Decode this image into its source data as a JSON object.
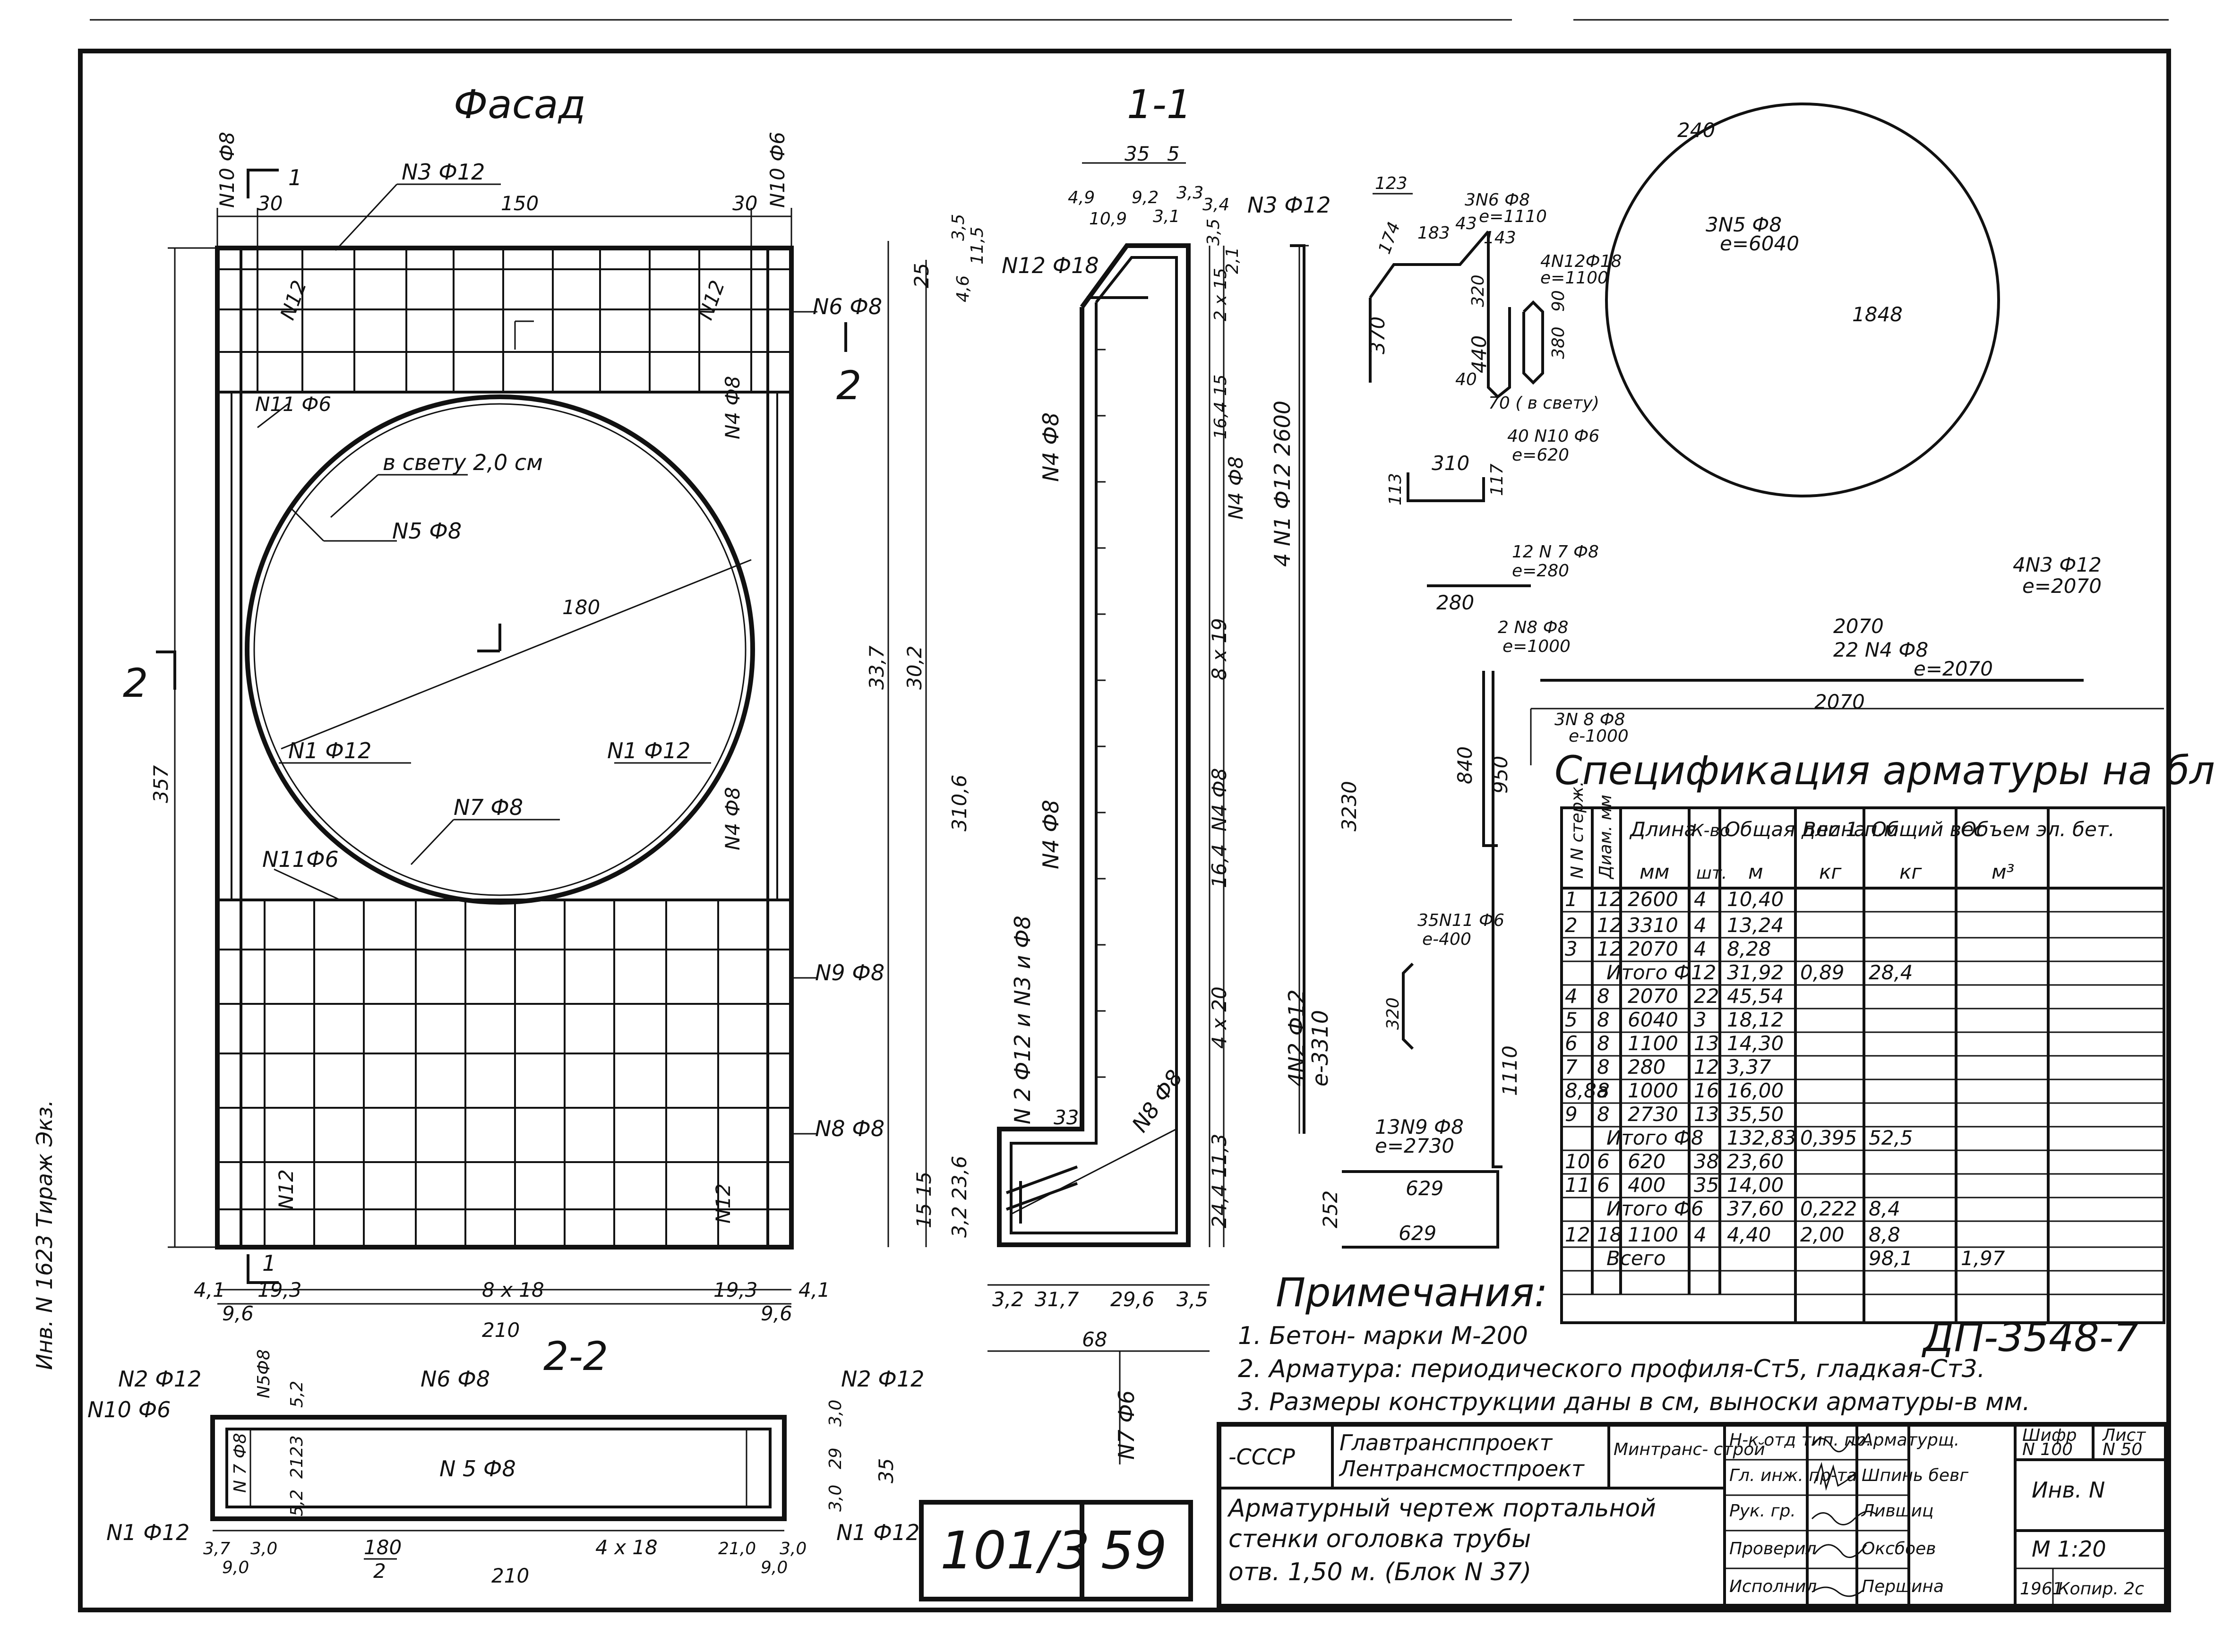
{
  "facade": {
    "title": "Фасад",
    "section_mark_1": "1",
    "section_mark_2": "2",
    "labels": {
      "n3": "N3 Ф12",
      "n10_left": "N10 Ф8",
      "n10_right": "N10 Ф6",
      "n6": "N6 Ф8",
      "n11_top": "N11 Ф6",
      "n11_bottom": "N11Ф6",
      "v_svetu": "в свету 2,0 см",
      "n5": "N5 Ф8",
      "n1_left": "N1 Ф12",
      "n1_right": "N1 Ф12",
      "n7": "N7 Ф8",
      "n4_top": "N4 Ф8",
      "n4_mid": "N4 Ф8",
      "n9": "N9 Ф8",
      "n8": "N8 Ф8",
      "n12_left": "N12",
      "n12_right": "N12",
      "n12_top_left": "N12",
      "n12_top_right": "N12"
    },
    "dims": {
      "d30_left": "30",
      "d150": "150",
      "d30_right": "30",
      "d180": "180",
      "d357": "357",
      "d41_left": "4,1",
      "d193_left": "19,3",
      "d818": "8 x 18",
      "d193_right": "19,3",
      "d41_right": "4,1",
      "d96_left": "9,6",
      "d96_right": "9,6",
      "d210": "210"
    }
  },
  "section_1_1": {
    "title": "1-1",
    "labels": {
      "n12_top": "N12 Ф18",
      "n3": "N3 Ф12",
      "n4_top": "N4 Ф8",
      "n4_mid": "N4 Ф8",
      "n4_right_top": "N4 Ф8",
      "n4_right_mid": "N4 Ф8",
      "n2_n3": "N 2 Ф12 и N3 и Ф8",
      "n8": "N8 Ф8",
      "n1": "4 N1 Ф12 2600",
      "n2": "4 N2 Ф12 e-3310",
      "n7": "N7 Ф6"
    },
    "dims": {
      "d35": "35",
      "d5": "5",
      "d49": "4,9",
      "d109": "10,9",
      "d92": "9,2",
      "d31": "3,1",
      "d33": "3,3",
      "d34": "3,4",
      "d35b": "3,5",
      "d21": "2,1",
      "d25": "25",
      "d35c": "3,5",
      "d115": "11,5",
      "d46": "4,6",
      "d2x15": "2 x 15",
      "d164": "16,4 15",
      "d337": "33,7",
      "d302": "30,2",
      "d3106": "310,6",
      "d8x19": "8 x 19",
      "d164b": "16,4",
      "d4x20": "4 x 20",
      "d244": "24,4 11,3",
      "d32": "3,2",
      "d15_15": "15 15",
      "d236": "23,6",
      "d32b": "3,2",
      "d33b": "33",
      "d317": "31,7",
      "d296": "29,6",
      "d35d": "3,5",
      "d68": "68"
    }
  },
  "section_2_2": {
    "title": "2-2",
    "labels": {
      "n2_left": "N2 Ф12",
      "n10": "N10 Ф6",
      "n5_small": "N5Ф8",
      "n6": "N6 Ф8",
      "n2_right": "N2 Ф12",
      "n5": "N 5 Ф8",
      "n7": "N 7 Ф8",
      "n1_left": "N1 Ф12",
      "n1_right": "N1 Ф12"
    },
    "dims": {
      "d52": "5,2",
      "d52b": "5,2",
      "d2123": "2123",
      "d30": "3,0",
      "d29": "29",
      "d30b": "3,0",
      "d35": "35",
      "d37": "3,7",
      "d30c": "3,0",
      "d90": "9,0",
      "d180_2": "180",
      "d180_den": "2",
      "d4x18": "4 x 18",
      "d210": "21,0",
      "d30d": "3,0",
      "d90b": "9,0",
      "d210b": "210"
    }
  },
  "bars": {
    "n3_top": "N3 Ф12",
    "n6": "3N6 Ф8",
    "n6_l": "e=1110",
    "d123": "123",
    "d174": "174",
    "d183": "183",
    "d43": "43",
    "d143": "143",
    "d370": "370",
    "d320": "320",
    "d440": "440",
    "d380": "380",
    "n12": "4N12Ф18",
    "n12_l": "e=1100",
    "d90": "90",
    "d70": "70 ( в свету)",
    "d40": "40",
    "n10": "40 N10 Ф6",
    "n10_l": "e=620",
    "d310": "310",
    "d113": "113",
    "d117": "117",
    "n7": "12 N 7 Ф8",
    "n7_l": "e=280",
    "d280": "280",
    "n8": "2 N8 Ф8",
    "n8_l": "e=1000",
    "d2070_top": "2070",
    "n4": "22 N4 Ф8",
    "n4_l": "e=2070",
    "d2070_bot": "2070",
    "n3": "4N3 Ф12",
    "n3_l": "e=2070",
    "n5": "3N5 Ф8",
    "n5_l": "e=6040",
    "d1848": "1848",
    "d240": "240",
    "n_small": "3N 8 Ф8",
    "n_small_l": "e-1000",
    "d840": "840",
    "d950": "950",
    "d3230": "3230",
    "n11": "35N11 Ф6",
    "n11_l": "e-400",
    "d320b": "320",
    "n2": "4N2 Ф12",
    "n2_l": "e-3310",
    "d1110": "1110",
    "n9": "13N9 Ф8",
    "n9_l": "e=2730",
    "d629": "629",
    "d629b": "629",
    "d252": "252"
  },
  "spec": {
    "title": "Спецификация арматуры на блок",
    "headers": {
      "pos": "N N стерж.",
      "dia": "Диам. мм",
      "len": "Длина",
      "len_u": "мм",
      "cnt": "К-во",
      "cnt_u": "шт.",
      "total": "Общая длина",
      "total_u": "м",
      "w1": "Вес 1 п.м",
      "w1_u": "кг",
      "wt": "Общий вес",
      "wt_u": "кг",
      "vol": "Объем эл. бет.",
      "vol_u": "м³"
    },
    "rows": [
      {
        "pos": "1",
        "dia": "12",
        "len": "2600",
        "cnt": "4",
        "total": "10,40",
        "w1": "",
        "wt": "",
        "vol": ""
      },
      {
        "pos": "2",
        "dia": "12",
        "len": "3310",
        "cnt": "4",
        "total": "13,24",
        "w1": "",
        "wt": "",
        "vol": ""
      },
      {
        "pos": "3",
        "dia": "12",
        "len": "2070",
        "cnt": "4",
        "total": "8,28",
        "w1": "",
        "wt": "",
        "vol": ""
      },
      {
        "sum": "Итого Ф12",
        "total": "31,92",
        "w1": "0,89",
        "wt": "28,4",
        "vol": ""
      },
      {
        "pos": "4",
        "dia": "8",
        "len": "2070",
        "cnt": "22",
        "total": "45,54",
        "w1": "",
        "wt": "",
        "vol": ""
      },
      {
        "pos": "5",
        "dia": "8",
        "len": "6040",
        "cnt": "3",
        "total": "18,12",
        "w1": "",
        "wt": "",
        "vol": ""
      },
      {
        "pos": "6",
        "dia": "8",
        "len": "1100",
        "cnt": "13",
        "total": "14,30",
        "w1": "",
        "wt": "",
        "vol": ""
      },
      {
        "pos": "7",
        "dia": "8",
        "len": "280",
        "cnt": "12",
        "total": "3,37",
        "w1": "",
        "wt": "",
        "vol": ""
      },
      {
        "pos": "8,8а",
        "dia": "8",
        "len": "1000",
        "cnt": "16",
        "total": "16,00",
        "w1": "",
        "wt": "",
        "vol": ""
      },
      {
        "pos": "9",
        "dia": "8",
        "len": "2730",
        "cnt": "13",
        "total": "35,50",
        "w1": "",
        "wt": "",
        "vol": ""
      },
      {
        "sum": "Итого Ф8",
        "total": "132,83",
        "w1": "0,395",
        "wt": "52,5",
        "vol": ""
      },
      {
        "pos": "10",
        "dia": "6",
        "len": "620",
        "cnt": "38",
        "total": "23,60",
        "w1": "",
        "wt": "",
        "vol": ""
      },
      {
        "pos": "11",
        "dia": "6",
        "len": "400",
        "cnt": "35",
        "total": "14,00",
        "w1": "",
        "wt": "",
        "vol": ""
      },
      {
        "sum": "Итого Ф6",
        "total": "37,60",
        "w1": "0,222",
        "wt": "8,4",
        "vol": ""
      },
      {
        "pos": "12",
        "dia": "18",
        "len": "1100",
        "cnt": "4",
        "total": "4,40",
        "w1": "2,00",
        "wt": "8,8",
        "vol": ""
      },
      {
        "sum": "Всего",
        "total": "",
        "w1": "",
        "wt": "98,1",
        "vol": "1,97"
      }
    ]
  },
  "notes": {
    "title": "Примечания:",
    "items": [
      "1. Бетон- марки М-200",
      "2. Арматура: периодического профиля-Ст5, гладкая-Ст3.",
      "3. Размеры конструкции даны в см, выноски арматуры-в мм."
    ]
  },
  "stamp": {
    "code": "ДП-3548-7",
    "sheet_num": "101/3",
    "sheet_page": "59",
    "country": "-СССР",
    "org1": "Главтрансппроект",
    "org2": "Лентрансмостпроект",
    "ministry": "Минтранс- строй",
    "title_l1": "Арматурный чертеж портальной",
    "title_l2": "стенки оголовка трубы",
    "title_l3": "отв. 1,50 м. (Блок N 37)",
    "r1": "Н-к отд тип. пр.",
    "r2": "Гл. инж. пр-та",
    "r3": "Рук. гр.",
    "r4": "Проверил",
    "r5": "Исполнил",
    "c1": "Арматурщ.",
    "c2": "Шпинь бевг",
    "c3": "Лившиц",
    "c4": "Оксбоев",
    "c5": "Першина",
    "shifr_l": "Шифр",
    "shifr": "N 100",
    "list_l": "Лист",
    "list": "N 50",
    "inv": "Инв. N",
    "scale": "М 1:20",
    "year": "1961",
    "copy": "Копир. 2с"
  },
  "margin_text": "Инв. N 1623 Тираж  Экз."
}
